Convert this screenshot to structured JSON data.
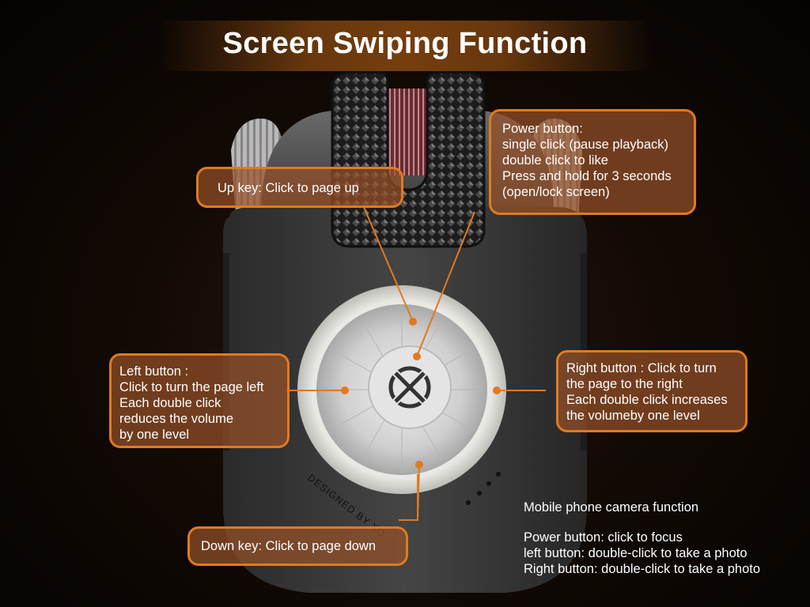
{
  "title": "Screen Swiping Function",
  "brand_text": "DESIGNED BY XO",
  "colors": {
    "accent": "#e07a20",
    "callout_fill": "#96502a",
    "device_body": "#3a3a3a",
    "background": "#120a04"
  },
  "icons": {
    "logo": "xo-logo-icon"
  },
  "callouts": {
    "up": {
      "lines": [
        "Up key: Click to page up"
      ]
    },
    "power": {
      "lines": [
        "Power button:",
        "single click (pause playback)",
        "double click to like",
        "Press and hold for 3 seconds",
        "(open/lock screen)"
      ]
    },
    "left": {
      "lines": [
        "Left button :",
        "Click to turn the page left",
        "Each double click",
        "reduces the volume",
        "by one level"
      ]
    },
    "right": {
      "lines": [
        "Right button : Click to turn",
        "the page to the right",
        "Each double click increases",
        "the volumeby one level"
      ]
    },
    "down": {
      "lines": [
        "Down key: Click to page down"
      ]
    }
  },
  "camera": {
    "heading": "Mobile phone camera function",
    "lines": [
      "Power button: click to focus",
      "left button: double-click to take a photo",
      "Right button: double-click to take a photo"
    ]
  }
}
